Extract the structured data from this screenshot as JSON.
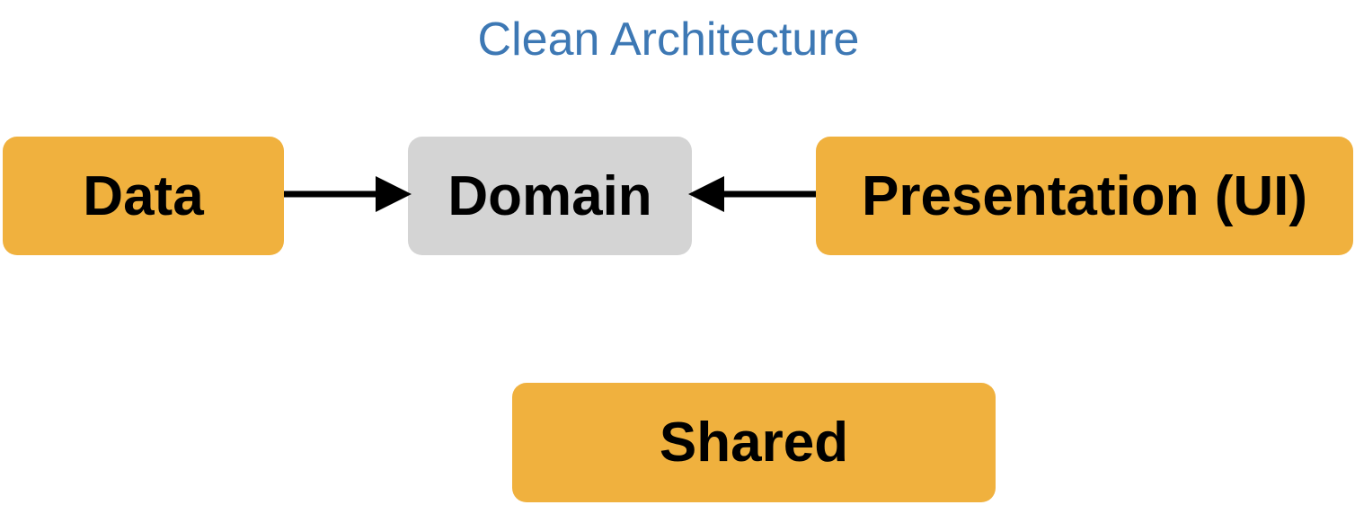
{
  "diagram": {
    "title": "Clean Architecture",
    "nodes": {
      "data": "Data",
      "domain": "Domain",
      "presentation": "Presentation (UI)",
      "shared": "Shared"
    },
    "edges": [
      {
        "from": "Data",
        "to": "Domain"
      },
      {
        "from": "Presentation (UI)",
        "to": "Domain"
      }
    ],
    "colors": {
      "title": "#3d78b4",
      "layer_fill": "#f0b13e",
      "domain_fill": "#d4d4d4",
      "text": "#000000",
      "arrow": "#000000"
    }
  }
}
